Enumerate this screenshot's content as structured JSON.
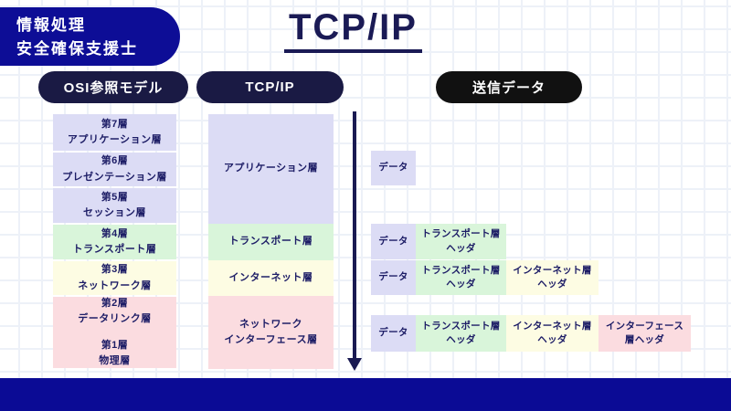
{
  "colors": {
    "lavender": "#dcdcf5",
    "green": "#d9f5da",
    "yellow": "#fdfce3",
    "pink": "#fbdce0",
    "navy": "#0d0d96",
    "dark_navy_pill": "#1a1a44",
    "black_pill": "#111111",
    "text_navy": "#1d1d66",
    "footer_navy": "#0b0b95"
  },
  "badge": {
    "line1": "情報処理",
    "line2": "安全確保支援士"
  },
  "title": "TCP/IP",
  "headers": {
    "osi": "OSI参照モデル",
    "tcpip": "TCP/IP",
    "send_data": "送信データ"
  },
  "osi_model": {
    "layers": [
      {
        "number": "第7層",
        "name": "アプリケーション層",
        "color": "lavender"
      },
      {
        "number": "第6層",
        "name": "プレゼンテーション層",
        "color": "lavender"
      },
      {
        "number": "第5層",
        "name": "セッション層",
        "color": "lavender"
      },
      {
        "number": "第4層",
        "name": "トランスポート層",
        "color": "green"
      },
      {
        "number": "第3層",
        "name": "ネットワーク層",
        "color": "yellow"
      },
      {
        "number": "第2層",
        "name": "データリンク層",
        "color": "pink"
      },
      {
        "number": "第1層",
        "name": "物理層",
        "color": "pink"
      }
    ]
  },
  "tcpip_model": {
    "layers": [
      {
        "name": "アプリケーション層",
        "color": "lavender"
      },
      {
        "name": "トランスポート層",
        "color": "green"
      },
      {
        "name": "インターネット層",
        "color": "yellow"
      },
      {
        "name": "ネットワーク",
        "name2": "インターフェース層",
        "color": "pink"
      }
    ]
  },
  "send_rows": [
    {
      "cells": [
        {
          "label": "データ",
          "color": "lavender"
        }
      ]
    },
    {
      "cells": [
        {
          "label": "データ",
          "color": "lavender"
        },
        {
          "line1": "トランスポート層",
          "line2": "ヘッダ",
          "color": "green"
        }
      ]
    },
    {
      "cells": [
        {
          "label": "データ",
          "color": "lavender"
        },
        {
          "line1": "トランスポート層",
          "line2": "ヘッダ",
          "color": "green"
        },
        {
          "line1": "インターネット層",
          "line2": "ヘッダ",
          "color": "yellow"
        }
      ]
    },
    {
      "cells": [
        {
          "label": "データ",
          "color": "lavender"
        },
        {
          "line1": "トランスポート層",
          "line2": "ヘッダ",
          "color": "green"
        },
        {
          "line1": "インターネット層",
          "line2": "ヘッダ",
          "color": "yellow"
        },
        {
          "line1": "インターフェース",
          "line2": "層ヘッダ",
          "color": "pink"
        }
      ]
    }
  ]
}
